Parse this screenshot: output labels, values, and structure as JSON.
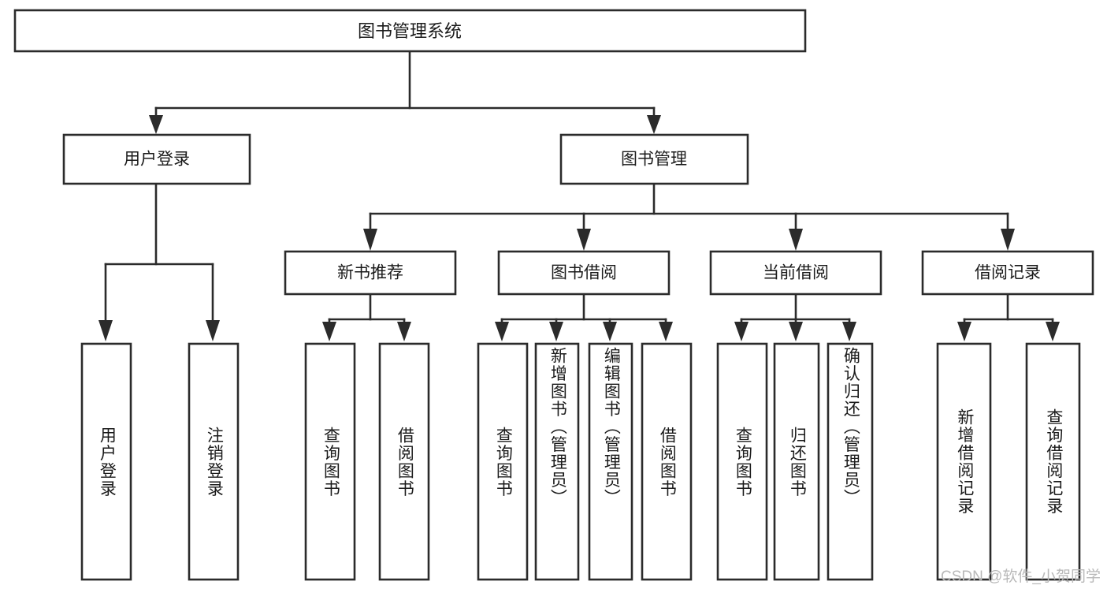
{
  "diagram": {
    "type": "tree",
    "title": "图书管理系统",
    "root": {
      "id": "root",
      "label": "图书管理系统",
      "orientation": "horizontal"
    },
    "level2": [
      {
        "id": "user-login",
        "label": "用户登录",
        "orientation": "horizontal"
      },
      {
        "id": "book-manage",
        "label": "图书管理",
        "orientation": "horizontal"
      }
    ],
    "level3": [
      {
        "id": "new-book-recommend",
        "label": "新书推荐",
        "orientation": "horizontal",
        "parent": "book-manage"
      },
      {
        "id": "book-borrow",
        "label": "图书借阅",
        "orientation": "horizontal",
        "parent": "book-manage"
      },
      {
        "id": "current-borrow",
        "label": "当前借阅",
        "orientation": "horizontal",
        "parent": "book-manage"
      },
      {
        "id": "borrow-record",
        "label": "借阅记录",
        "orientation": "horizontal",
        "parent": "book-manage"
      }
    ],
    "leaves": [
      {
        "id": "leaf-user-login",
        "label": "用户登录",
        "orientation": "vertical",
        "parent": "user-login"
      },
      {
        "id": "leaf-logout-login",
        "label": "注销登录",
        "orientation": "vertical",
        "parent": "user-login"
      },
      {
        "id": "leaf-query-book-1",
        "label": "查询图书",
        "orientation": "vertical",
        "parent": "new-book-recommend"
      },
      {
        "id": "leaf-borrow-book-1",
        "label": "借阅图书",
        "orientation": "vertical",
        "parent": "new-book-recommend"
      },
      {
        "id": "leaf-query-book-2",
        "label": "查询图书",
        "orientation": "vertical",
        "parent": "book-borrow"
      },
      {
        "id": "leaf-add-book-admin",
        "label": "新增图书（管理员）",
        "orientation": "vertical",
        "parent": "book-borrow"
      },
      {
        "id": "leaf-edit-book-admin",
        "label": "编辑图书（管理员）",
        "orientation": "vertical",
        "parent": "book-borrow"
      },
      {
        "id": "leaf-borrow-book-2",
        "label": "借阅图书",
        "orientation": "vertical",
        "parent": "book-borrow"
      },
      {
        "id": "leaf-query-book-3",
        "label": "查询图书",
        "orientation": "vertical",
        "parent": "current-borrow"
      },
      {
        "id": "leaf-return-book",
        "label": "归还图书",
        "orientation": "vertical",
        "parent": "current-borrow"
      },
      {
        "id": "leaf-confirm-return-admin",
        "label": "确认归还（管理员）",
        "orientation": "vertical",
        "parent": "current-borrow"
      },
      {
        "id": "leaf-add-borrow-record",
        "label": "新增借阅记录",
        "orientation": "vertical",
        "parent": "borrow-record"
      },
      {
        "id": "leaf-query-borrow-record",
        "label": "查询借阅记录",
        "orientation": "vertical",
        "parent": "borrow-record"
      }
    ],
    "colors": {
      "background": "#ffffff",
      "box_fill": "#ffffff",
      "box_stroke": "#2b2b2b",
      "connector": "#2b2b2b",
      "text": "#1a1a1a",
      "watermark": "#b9b9b9"
    }
  },
  "watermark": {
    "text": "CSDN @软件_小贺同学"
  }
}
